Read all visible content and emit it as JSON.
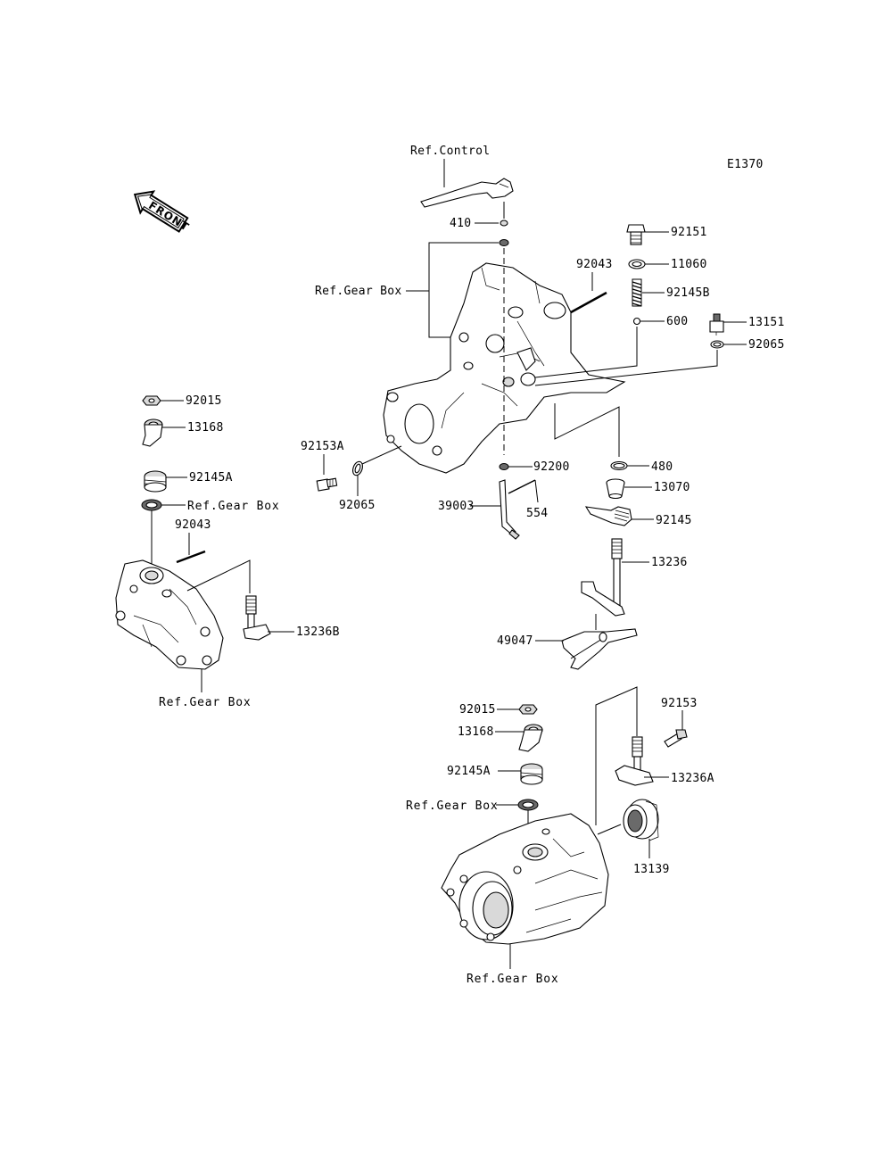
{
  "diagram_code": "E1370",
  "front_badge": "FRONT",
  "labels": {
    "ref_control": "Ref.Control",
    "ref_gear_box": "Ref.Gear Box",
    "p410": "410",
    "p92043": "92043",
    "p92151": "92151",
    "p11060": "11060",
    "p92145B": "92145B",
    "p600": "600",
    "p13151": "13151",
    "p92065": "92065",
    "p92015": "92015",
    "p13168": "13168",
    "p92145A": "92145A",
    "p92153A": "92153A",
    "p92200": "92200",
    "p480": "480",
    "p39003": "39003",
    "p554": "554",
    "p13070": "13070",
    "p92145": "92145",
    "p13236": "13236",
    "p13236B": "13236B",
    "p49047": "49047",
    "p92153": "92153",
    "p13236A": "13236A",
    "p13139": "13139"
  }
}
